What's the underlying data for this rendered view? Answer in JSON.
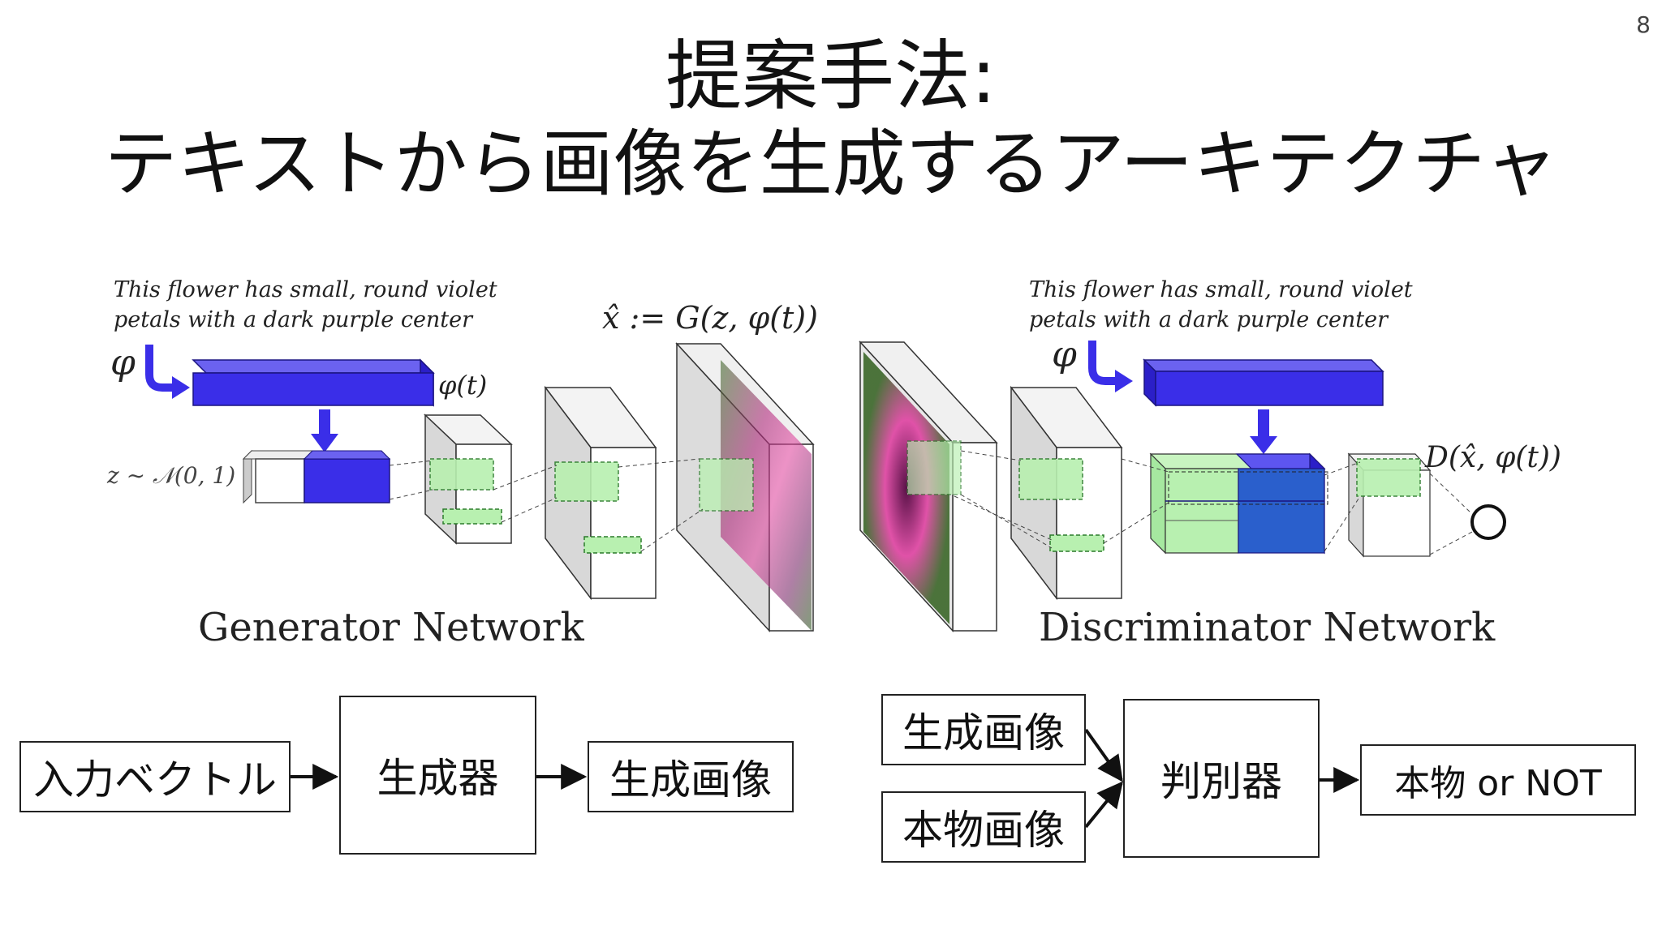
{
  "page_number": "8",
  "title": {
    "line1": "提案手法:",
    "line2": "テキストから画像を生成するアーキテクチャ"
  },
  "figure": {
    "caption_left": "This flower has small, round violet",
    "caption_left_2": "petals with a dark purple center",
    "caption_right": "This flower has small, round violet",
    "caption_right_2": "petals with a dark purple center",
    "phi_left": "φ",
    "phi_right": "φ",
    "phi_t": "φ(t)",
    "z_label": "z ∼ 𝒩(0, 1)",
    "g_label": "x̂ := G(z, φ(t))",
    "d_label": "D(x̂, φ(t))",
    "generator_label": "Generator Network",
    "discriminator_label": "Discriminator Network"
  },
  "flow": {
    "input_vector": "入力ベクトル",
    "generator": "生成器",
    "generated_image_1": "生成画像",
    "generated_image_2": "生成画像",
    "real_image": "本物画像",
    "discriminator": "判別器",
    "output": "本物 or NOT"
  },
  "colors": {
    "blue": "#3a2ee8",
    "green": "#b8f0b0",
    "gray_face": "#d8d8d8"
  }
}
